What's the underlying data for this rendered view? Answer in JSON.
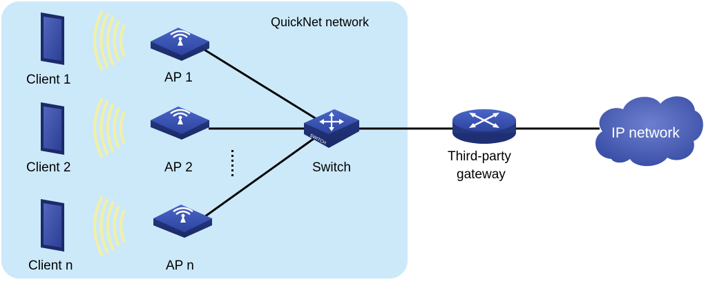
{
  "region": {
    "label": "QuickNet network"
  },
  "clients": [
    {
      "label": "Client 1"
    },
    {
      "label": "Client 2"
    },
    {
      "label": "Client n"
    }
  ],
  "aps": [
    {
      "label": "AP 1"
    },
    {
      "label": "AP 2"
    },
    {
      "label": "AP n"
    }
  ],
  "switch": {
    "label": "Switch",
    "badge": "SWITCH"
  },
  "gateway": {
    "label_line1": "Third-party",
    "label_line2": "gateway"
  },
  "cloud": {
    "label": "IP network"
  },
  "colors": {
    "region_fill": "#cce9f9",
    "device_blue": "#2b3f95",
    "device_top": "#3a54b4",
    "cloud_blue": "#4a5fb5",
    "wifi_arc": "#f3f0a4",
    "link": "#000000"
  },
  "icons": [
    "tablet-icon",
    "wifi-signal-icon",
    "access-point-icon",
    "switch-icon",
    "router-icon",
    "cloud-icon"
  ]
}
